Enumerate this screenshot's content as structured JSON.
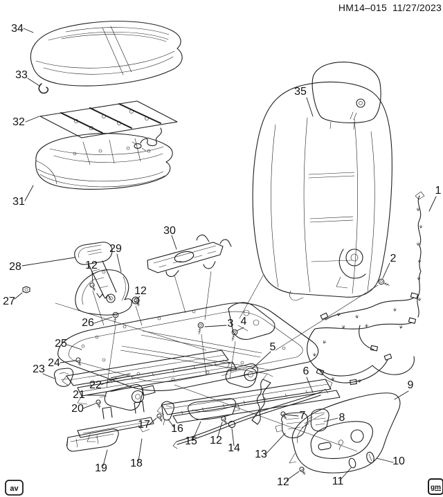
{
  "header": {
    "part_number": "HM14–015",
    "date": "11/27/2023"
  },
  "badges": {
    "left": "av",
    "right": "gm"
  },
  "colors": {
    "ink": "#1c1c1c",
    "background": "#ffffff"
  },
  "callouts": [
    {
      "label": "34"
    },
    {
      "label": "33"
    },
    {
      "label": "32"
    },
    {
      "label": "31"
    },
    {
      "label": "35"
    },
    {
      "label": "1"
    },
    {
      "label": "2"
    },
    {
      "label": "28"
    },
    {
      "label": "12"
    },
    {
      "label": "29"
    },
    {
      "label": "12"
    },
    {
      "label": "27"
    },
    {
      "label": "26"
    },
    {
      "label": "30"
    },
    {
      "label": "25"
    },
    {
      "label": "24"
    },
    {
      "label": "23"
    },
    {
      "label": "22"
    },
    {
      "label": "21"
    },
    {
      "label": "20"
    },
    {
      "label": "3"
    },
    {
      "label": "4"
    },
    {
      "label": "5"
    },
    {
      "label": "6"
    },
    {
      "label": "7"
    },
    {
      "label": "8"
    },
    {
      "label": "9"
    },
    {
      "label": "16"
    },
    {
      "label": "17"
    },
    {
      "label": "15"
    },
    {
      "label": "12"
    },
    {
      "label": "14"
    },
    {
      "label": "13"
    },
    {
      "label": "18"
    },
    {
      "label": "19"
    },
    {
      "label": "10"
    },
    {
      "label": "11"
    },
    {
      "label": "12"
    }
  ]
}
